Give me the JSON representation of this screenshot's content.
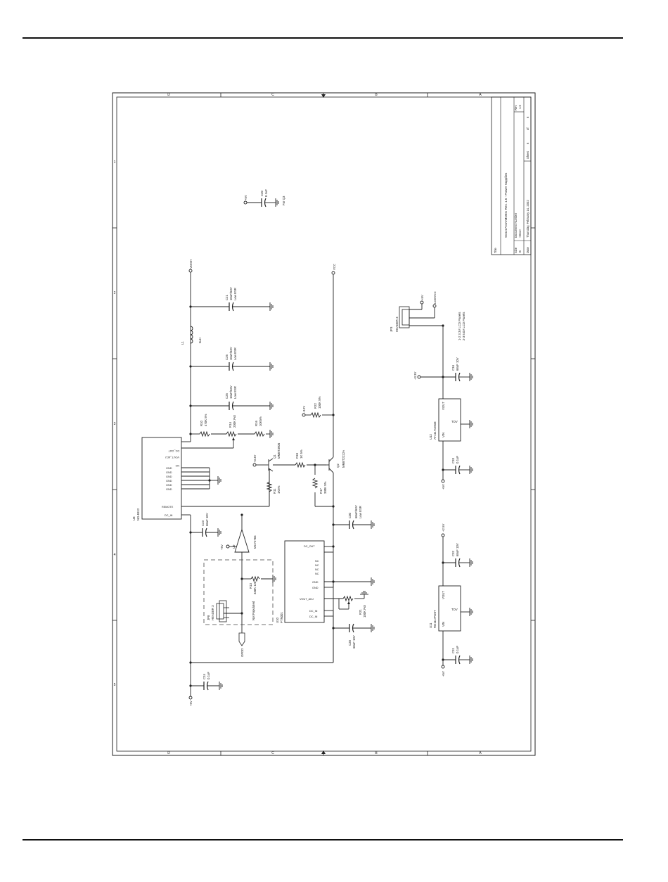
{
  "frame": {
    "zones_top": [
      "D",
      "C",
      "B",
      "A"
    ],
    "zones_bottom": [
      "D",
      "C",
      "B",
      "A"
    ],
    "zones_side": [
      "1",
      "2",
      "3",
      "4",
      "5"
    ]
  },
  "title_block": {
    "title_label": "Title",
    "title": "SGU17AUVMOEC Rev. 1.5 - Power Supplies",
    "docnum_label": "Document Number",
    "doc": "<Doc>",
    "size_label": "Size",
    "size": "B",
    "date_label": "Date",
    "date": "Thursday, February 14, 2002",
    "sheet_label": "Sheet",
    "sheet": "6",
    "of_label": "of",
    "of": "6",
    "rev_label": "Rev",
    "rev": "1.5"
  },
  "nets": {
    "p5v": "+5V",
    "p33v": "+3.3V",
    "p12v": "+12V",
    "p25v": "+2.5V",
    "vdish": "VDISH",
    "vcc": "VCC",
    "lcdvcc": "LCDVCC",
    "opdd": "OPDD",
    "p3v": "+3.3V",
    "n5v": "+5V"
  },
  "components": {
    "u8_ref": "U8",
    "u8_part": "NG-0412",
    "u8_pins": [
      "DC_OUT",
      "VOUT_ADJ",
      "NC",
      "GND",
      "GND",
      "GND",
      "GND",
      "GND",
      "GND",
      "REMOTE",
      "DC_IN"
    ],
    "u9_ref": "U9",
    "u9_part": "MC72704",
    "u10_ref": "U10",
    "u10_part": "PTN001",
    "u10_pins": [
      "DC_OUT",
      "NC",
      "NC",
      "NC",
      "NC",
      "GND",
      "GND",
      "VOUT_ADJ",
      "DC_IN",
      "DC_IN"
    ],
    "u11_ref": "U11",
    "u11_part": "RD1117R25T",
    "u12_ref": "U12",
    "u12_part": "AT1117CM33",
    "reg_vin": "VIN",
    "reg_vout": "VOUT",
    "reg_gnd": "TOV",
    "c20_ref": "C20",
    "c20_val": "0.1uF",
    "c21_ref": "C21",
    "c21_val": "10uF/63V",
    "c21_note": "Low ESR",
    "c22_ref": "C22",
    "c22_val": "68uF/10V",
    "c23_ref": "C23",
    "c23_val": "68uF 10V",
    "c24_ref": "C24",
    "c24_val": "0.1uF",
    "c25_ref": "C25",
    "c25_val": "10uF/63V",
    "c25_note": "Low ESR",
    "c26_ref": "C26",
    "c26_val": "10uF/63V",
    "c26_note": "Low ESR",
    "c28_ref": "C28",
    "c28_val": "68uF 10V",
    "c30_ref": "C30",
    "c30_val": "68uF/63V",
    "c30_note": "Low ESR",
    "c31_ref": "C31",
    "c31_val": "0.1uF",
    "c33_ref": "C33",
    "c33_val": "0.1uF",
    "c34_ref": "C34",
    "c34_val": "68uF 10V",
    "c32_ref": "C32",
    "c32_val": "68uF 10V",
    "l1_ref": "L1",
    "l1_val": "5uH",
    "r10_ref": "R10",
    "r10_val": "470K 5%",
    "r14_ref": "R14",
    "r14_val": "200K Pot",
    "r16_ref": "R16",
    "r16_val": "10K5%",
    "r18_ref": "R18",
    "r18_val": "1K 5%",
    "r11_ref": "R11",
    "r11_val": "1K5%",
    "r17_ref": "R17",
    "r17_val": "330K 5%",
    "r22_ref": "R22",
    "r22_val": "100K 5%",
    "r13_ref": "R13",
    "r13_val": "330K 120",
    "r21_ref": "R21",
    "r21_val": "100K Pot",
    "q1_ref": "Q1",
    "q1_part": "MMBT3906",
    "q2_ref": "Q2",
    "q2_part": "MMBT2222A",
    "jp3_ref": "JP3",
    "jp3_part": "HEADER 3",
    "jp8_ref": "JP8",
    "jp8_part": "HEADER 3",
    "jp3_note1": "1-2 3.3V LCD Panels",
    "jp3_note2": "2-3 5.0V LCD Panels",
    "not_populated": "Not Populated",
    "for_q3": "For Q3"
  }
}
